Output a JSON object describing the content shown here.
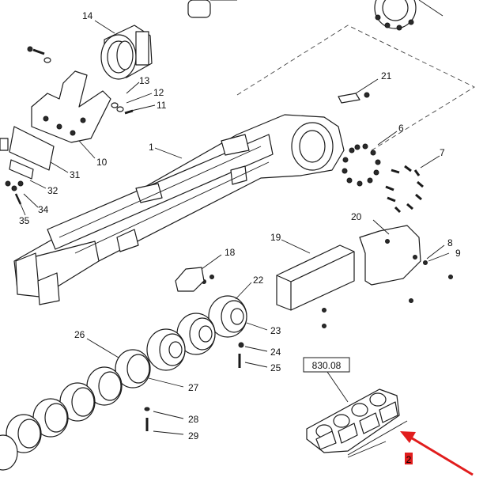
{
  "callouts": {
    "c1": "1",
    "c2": "2",
    "c6": "6",
    "c7": "7",
    "c8": "8",
    "c9": "9",
    "c10": "10",
    "c11": "11",
    "c12": "12",
    "c13": "13",
    "c14": "14",
    "c18": "18",
    "c19": "19",
    "c20": "20",
    "c21": "21",
    "c22": "22",
    "c23": "23",
    "c24": "24",
    "c25": "25",
    "c26": "26",
    "c27": "27",
    "c28": "28",
    "c29": "29",
    "c31": "31",
    "c32": "32",
    "c34": "34",
    "c35": "35"
  },
  "reference_box": {
    "label": "830.08"
  },
  "highlight": {
    "color": "#e11d1d",
    "part_number": "2"
  }
}
